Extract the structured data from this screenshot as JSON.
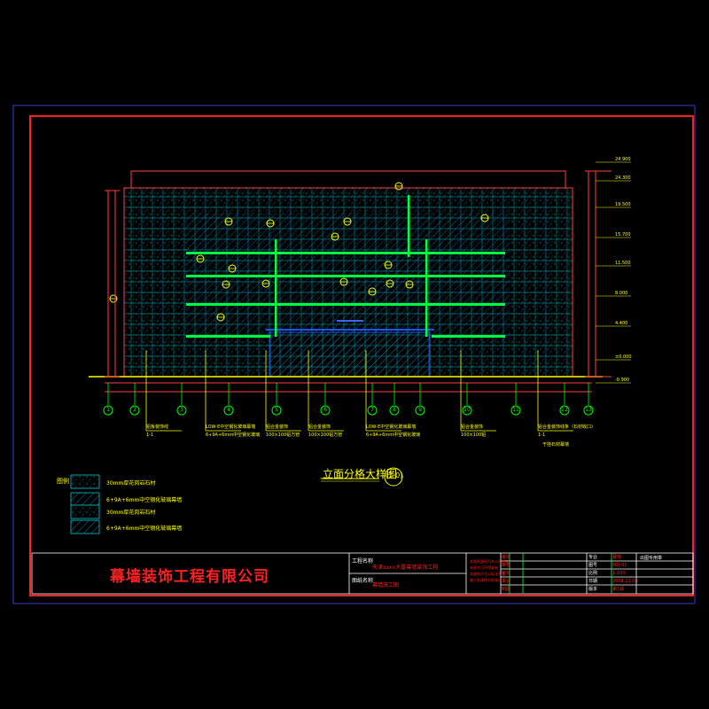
{
  "drawing": {
    "title": "立面分格大样图",
    "title_tag": "(1-0)",
    "colors": {
      "frame_outer": "#3b3bd6",
      "frame_inner": "#ff2020",
      "stone": "#00b8c8",
      "glass": "#00a0ff",
      "beam": "#00ff40",
      "dim": "#ffff00",
      "text": "#ffff00",
      "company": "#ff2020",
      "grid_bubble": "#00ff00",
      "white": "#ffffff"
    }
  },
  "elevations": [
    {
      "label": "24.900"
    },
    {
      "label": "24.300"
    },
    {
      "label": "19.500"
    },
    {
      "label": "15.700"
    },
    {
      "label": "11.500"
    },
    {
      "label": "8.000"
    },
    {
      "label": "4.400"
    },
    {
      "label": "±0.000"
    },
    {
      "label": "-0.900"
    }
  ],
  "grid_axes": [
    {
      "label": "1"
    },
    {
      "label": "2"
    },
    {
      "label": "3"
    },
    {
      "label": "4"
    },
    {
      "label": "5"
    },
    {
      "label": "6"
    },
    {
      "label": "7"
    },
    {
      "label": "8"
    },
    {
      "label": "9"
    },
    {
      "label": "10"
    },
    {
      "label": "11"
    },
    {
      "label": "12"
    },
    {
      "label": "13"
    }
  ],
  "callouts": [
    {
      "text": "铝板装饰线",
      "sub": "1-1"
    },
    {
      "text": "LOW-E中空钢化玻璃幕墙",
      "sub": "6+9A+6mm中空钢化玻璃"
    },
    {
      "text": "铝合金装饰",
      "sub": "100×100铝方管"
    },
    {
      "text": "铝合金装饰",
      "sub": "100×100铝方管"
    },
    {
      "text": "LOW-E中空钢化玻璃幕墙",
      "sub": "6+9A+6mm中空钢化玻璃"
    },
    {
      "text": "铝合金装饰",
      "sub": "100×100铝"
    },
    {
      "text": "铝合金装饰线条（石材收口）",
      "sub": "1-1"
    },
    {
      "text": "干挂石材幕墙",
      "sub": ""
    }
  ],
  "legend": [
    {
      "label": "图例",
      "desc": "30mm厚花岗岩石材"
    },
    {
      "label": "",
      "desc": "6+9A+6mm中空钢化玻璃幕墙"
    },
    {
      "label": "",
      "desc": "30mm厚花岗岩石材"
    },
    {
      "label": "",
      "desc": "6+9A+6mm中空钢化玻璃幕墙"
    }
  ],
  "title_block": {
    "company": "幕墙装饰工程有限公司",
    "project_label": "工程名称",
    "project_value": "天津xxxx大厦幕墙装饰工程",
    "drawing_label": "图纸名称",
    "drawing_value": "幕墙施工图",
    "notes": [
      "本图纸版权归本公司所有",
      "未经许可不得复制",
      "本图纸尺寸以标注为准",
      "施工前请核对现场尺寸"
    ],
    "sign_rows": [
      "审定",
      "审核",
      "校对",
      "设计",
      "制图"
    ],
    "right_rows": [
      {
        "k": "专业",
        "v": "幕墙"
      },
      {
        "k": "图号",
        "v": "MQ-01"
      },
      {
        "k": "比例",
        "v": "1:100"
      },
      {
        "k": "日期",
        "v": "2008.11.08"
      },
      {
        "k": "版本",
        "v": "第1版"
      }
    ],
    "stamp": "出图专用章"
  }
}
